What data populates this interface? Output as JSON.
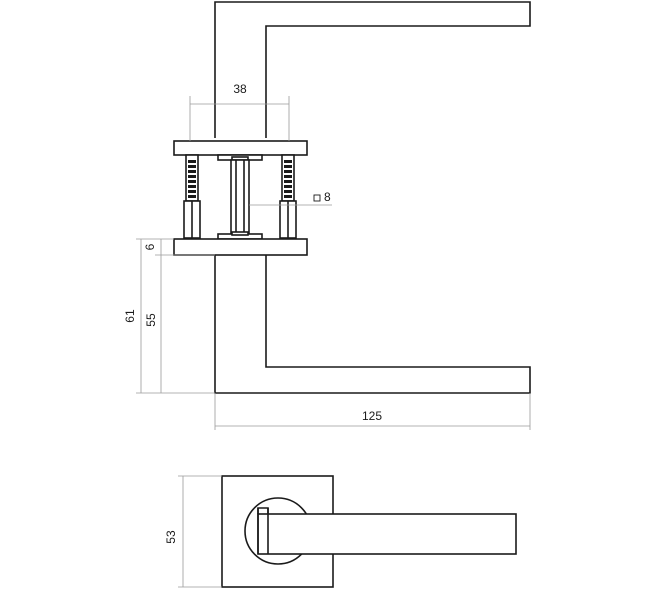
{
  "drawing": {
    "dimensions": {
      "rose_spacing": "38",
      "spindle_square": "8",
      "rose_thickness": "6",
      "handle_height_total": "61",
      "handle_height": "55",
      "handle_length": "125",
      "rose_size": "53"
    },
    "colors": {
      "line": "#1a1a1a",
      "dimension_line": "#9a9a9a",
      "background": "#ffffff"
    }
  }
}
